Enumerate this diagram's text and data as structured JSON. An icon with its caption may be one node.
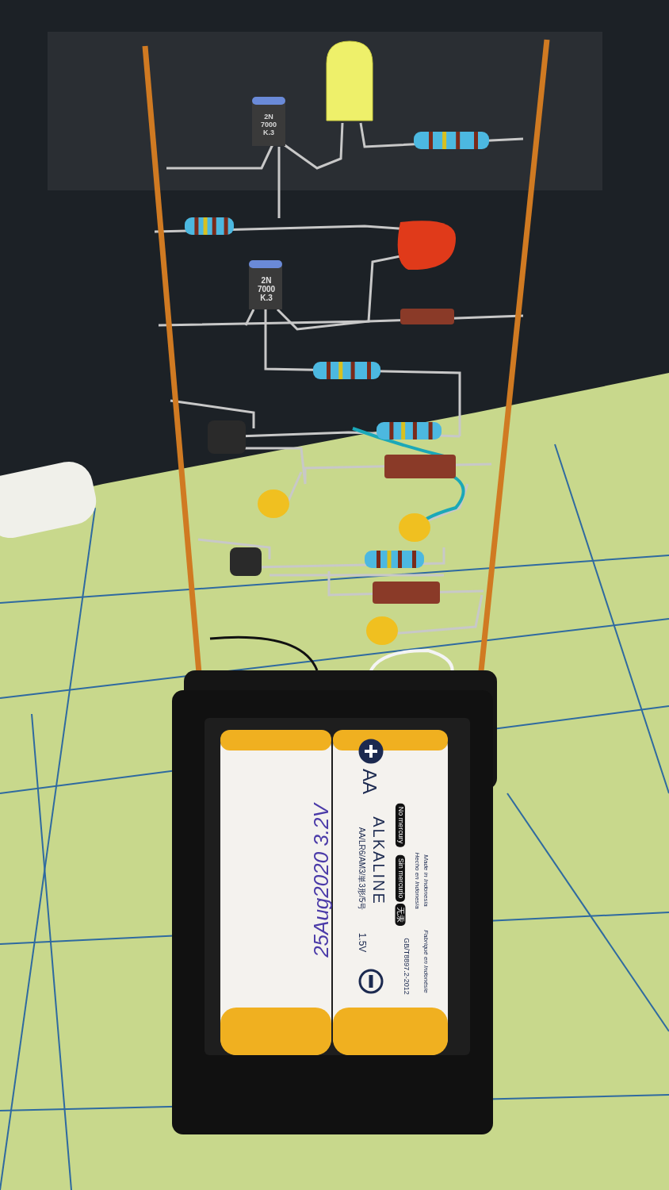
{
  "diagram": {
    "labels": [
      "2N 7000 K.3",
      "2N 7000 K.3",
      "25Aug2020 3.2V",
      "AA",
      "AA/LR6/AM3/単3形/5号",
      "ALKALINE",
      "1.5V",
      "No mercury",
      "Sin mercurio",
      "无汞",
      "GB/T8897.2-2012",
      "Hecho en Indonesia",
      "Made in Indonesia",
      "Fabriqué en Indonésie"
    ]
  }
}
